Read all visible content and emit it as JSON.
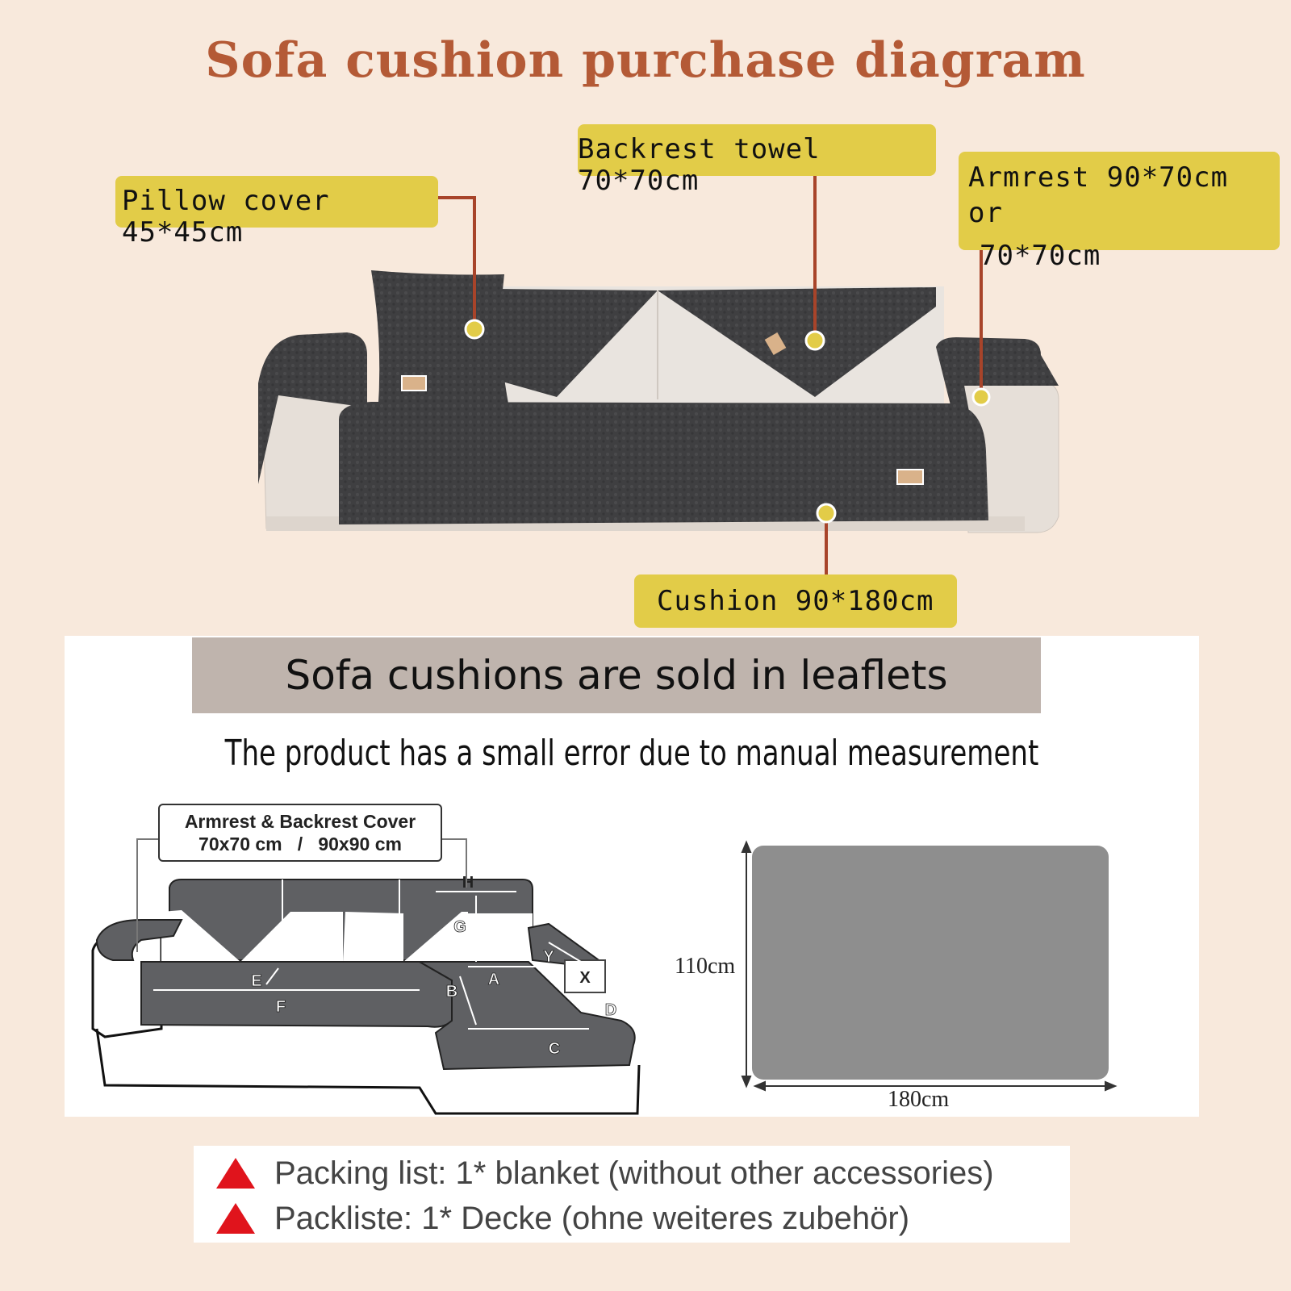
{
  "title": "Sofa cushion purchase diagram",
  "labels": {
    "pillow": "Pillow cover 45*45cm",
    "backrest": "Backrest towel 70*70cm",
    "armrest_line1": "Armrest 90*70cm or",
    "armrest_line2": "70*70cm",
    "cushion": "Cushion 90*180cm"
  },
  "banner": "Sofa cushions are sold in leaflets",
  "note": "The product has a small error due to manual measurement",
  "cover_box": {
    "line1": "Armrest & Backrest Cover",
    "line2": "70x70 cm   /   90x90 cm"
  },
  "diagram_letters": [
    "H",
    "G",
    "Y",
    "X",
    "E",
    "A",
    "B",
    "D",
    "F",
    "C"
  ],
  "blanket": {
    "height_label": "110cm",
    "width_label": "180cm"
  },
  "packing": {
    "en": "Packing list: 1* blanket (without other accessories)",
    "de": "Packliste: 1* Decke (ohne weiteres zubehör)"
  },
  "colors": {
    "title": "#b45a36",
    "tag": "#e2cc48",
    "leader": "#a8442a",
    "fabric": "#3f3f41",
    "warning": "#e0141c"
  }
}
